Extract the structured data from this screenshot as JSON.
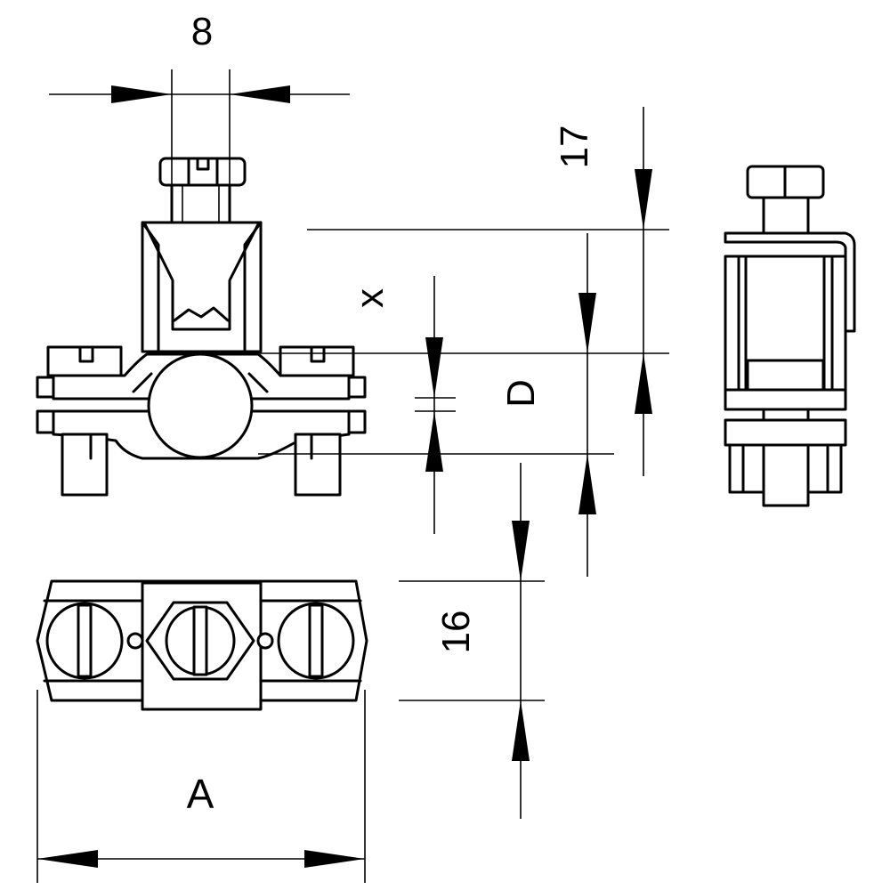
{
  "dimensions": {
    "screw_width": "8",
    "head_height": "17",
    "offset": "x",
    "diameter": "D",
    "body_height": "16",
    "length": "A"
  },
  "colors": {
    "line": "#000000",
    "background": "#ffffff"
  }
}
